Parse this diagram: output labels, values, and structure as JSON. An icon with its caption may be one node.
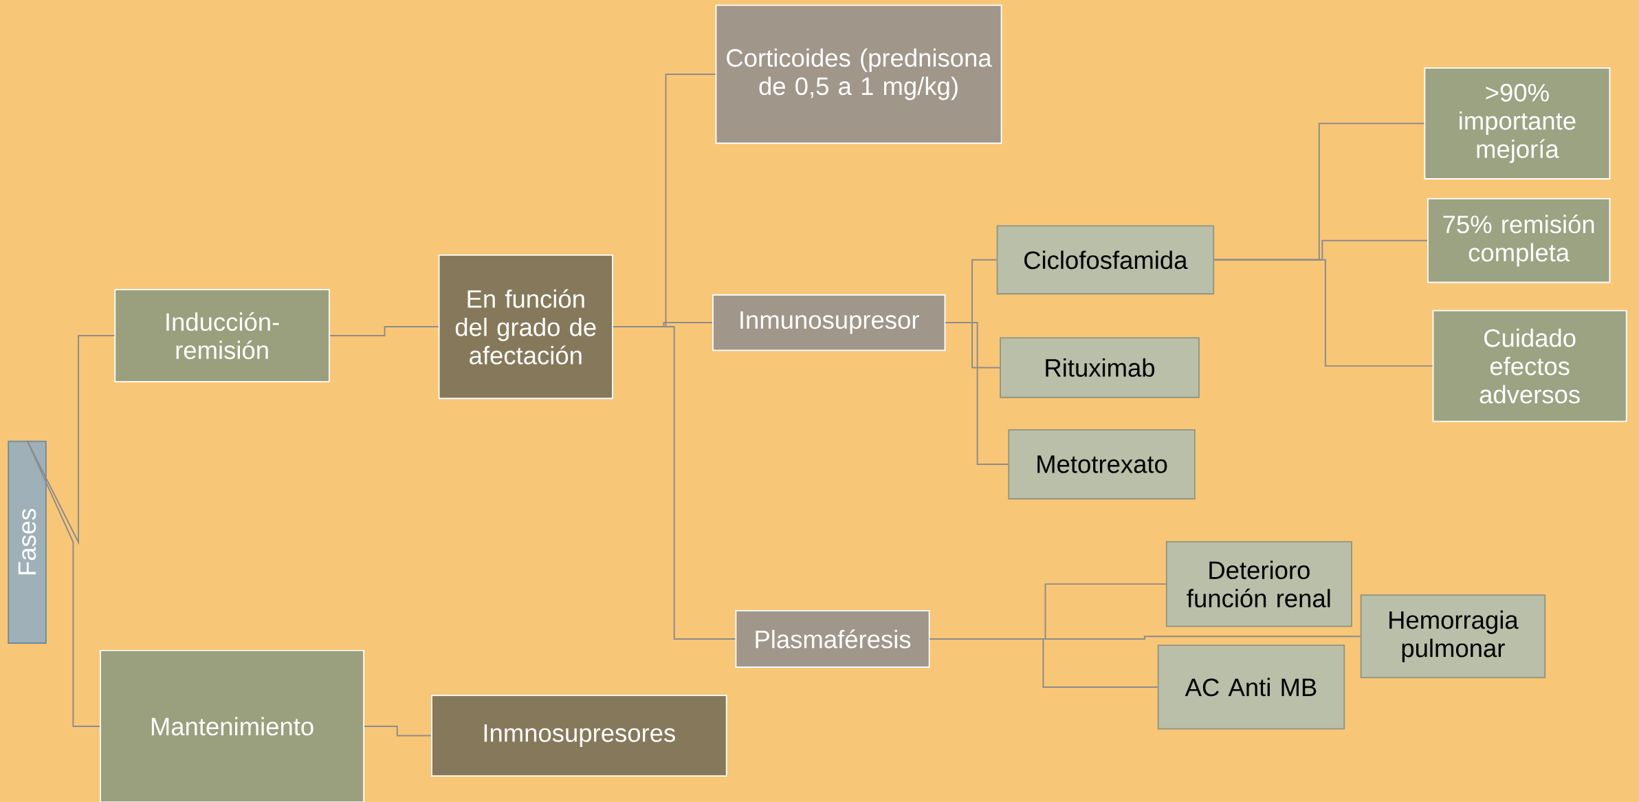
{
  "diagram": {
    "nodes": [
      {
        "text": [
          "Fases"
        ]
      },
      {
        "text": [
          "Inducción-remisión"
        ]
      },
      {
        "text": [
          "Mantenimiento"
        ]
      },
      {
        "text": [
          "En función del grado de afectación"
        ]
      },
      {
        "text": [
          "Inmnosupresores"
        ]
      },
      {
        "text": [
          "Corticoides (prednisona de 0,5 a 1 mg/kg)"
        ]
      },
      {
        "text": [
          "Inmunosupresor"
        ]
      },
      {
        "text": [
          "Plasmaféresis"
        ]
      },
      {
        "text": [
          "Ciclofosfamida"
        ]
      },
      {
        "text": [
          "Rituximab"
        ]
      },
      {
        "text": [
          "Metotrexato"
        ]
      },
      {
        "text": [
          ">90% importante mejoría"
        ]
      },
      {
        "text": [
          "75% remisión completa"
        ]
      },
      {
        "text": [
          "Cuidado efectos adversos"
        ]
      },
      {
        "text": [
          "Deterioro función renal"
        ]
      },
      {
        "text": [
          "Hemorragia pulmonar"
        ]
      },
      {
        "text": [
          "AC Anti MB"
        ]
      }
    ],
    "edges": [
      {
        "from": 0,
        "to": 1,
        "arrow": "none"
      },
      {
        "from": 0,
        "to": 2,
        "arrow": "none"
      },
      {
        "from": 1,
        "to": 3,
        "arrow": "none"
      },
      {
        "from": 2,
        "to": 4,
        "arrow": "none"
      },
      {
        "from": 3,
        "to": 5,
        "arrow": "none"
      },
      {
        "from": 3,
        "to": 6,
        "arrow": "none"
      },
      {
        "from": 3,
        "to": 7,
        "arrow": "none"
      },
      {
        "from": 6,
        "to": 8,
        "arrow": "none"
      },
      {
        "from": 6,
        "to": 9,
        "arrow": "none"
      },
      {
        "from": 6,
        "to": 10,
        "arrow": "none"
      },
      {
        "from": 8,
        "to": 11,
        "arrow": "none"
      },
      {
        "from": 8,
        "to": 12,
        "arrow": "none"
      },
      {
        "from": 8,
        "to": 13,
        "arrow": "none"
      },
      {
        "from": 7,
        "to": 14,
        "arrow": "none"
      },
      {
        "from": 7,
        "to": 15,
        "arrow": "none"
      },
      {
        "from": 7,
        "to": 16,
        "arrow": "none"
      }
    ]
  }
}
